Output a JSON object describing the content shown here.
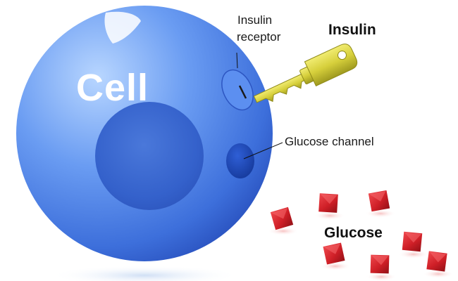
{
  "cell": {
    "label": "Cell"
  },
  "insulin_receptor": {
    "line1": "Insulin",
    "line2": "receptor"
  },
  "insulin": {
    "label": "Insulin"
  },
  "glucose_channel": {
    "label": "Glucose channel"
  },
  "glucose": {
    "label": "Glucose",
    "molecule_count": 7
  },
  "colors": {
    "cell_light": "#9cc3ff",
    "cell_mid": "#4f86ea",
    "cell_dark": "#2f5fcf",
    "nucleus": "#2f56c0",
    "key": "#d8d23a",
    "glucose": "#d3242b",
    "text": "#1a1a1a"
  }
}
